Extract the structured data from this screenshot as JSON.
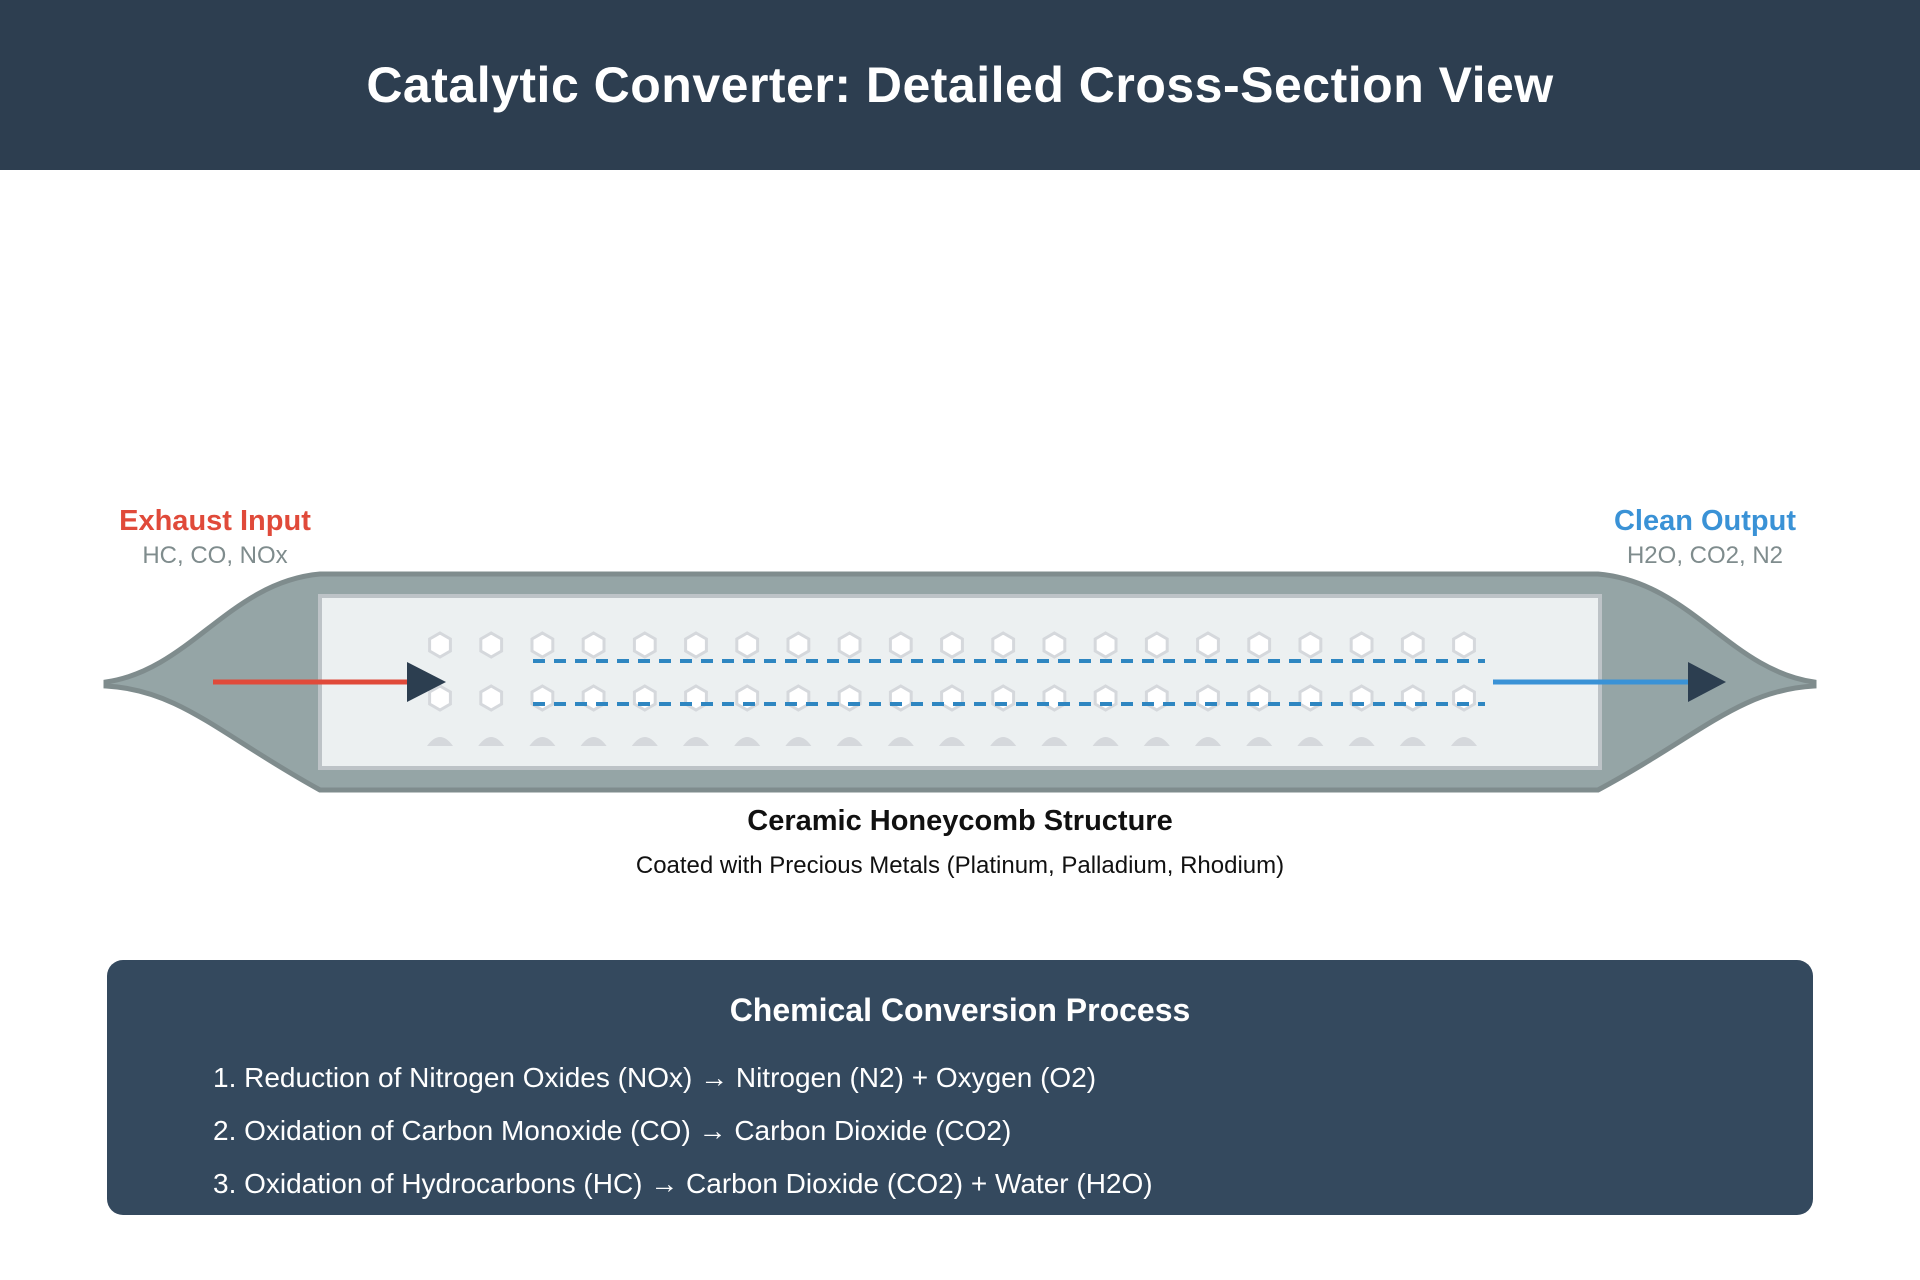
{
  "header": {
    "title": "Catalytic Converter: Detailed Cross-Section View"
  },
  "input": {
    "title": "Exhaust Input",
    "gases": "HC, CO, NOx",
    "color": "#e04a3a"
  },
  "output": {
    "title": "Clean Output",
    "gases": "H2O, CO2, N2",
    "color": "#3a92d6"
  },
  "core": {
    "title": "Ceramic Honeycomb Structure",
    "subtitle": "Coated with Precious Metals (Platinum, Palladium, Rhodium)"
  },
  "process": {
    "title": "Chemical Conversion Process",
    "steps": [
      "1. Reduction of Nitrogen Oxides (NOx) → Nitrogen (N2) + Oxygen (O2)",
      "2. Oxidation of Carbon Monoxide (CO) → Carbon Dioxide (CO2)",
      "3. Oxidation of Hydrocarbons (HC) → Carbon Dioxide (CO2) + Water (H2O)"
    ]
  },
  "colors": {
    "header": "#2d3e50",
    "panel": "#34495e",
    "shell": "#95a5a6",
    "core": "#ecf0f1",
    "flow_dash": "#2e86c1",
    "arrow_head": "#2c3e50"
  }
}
